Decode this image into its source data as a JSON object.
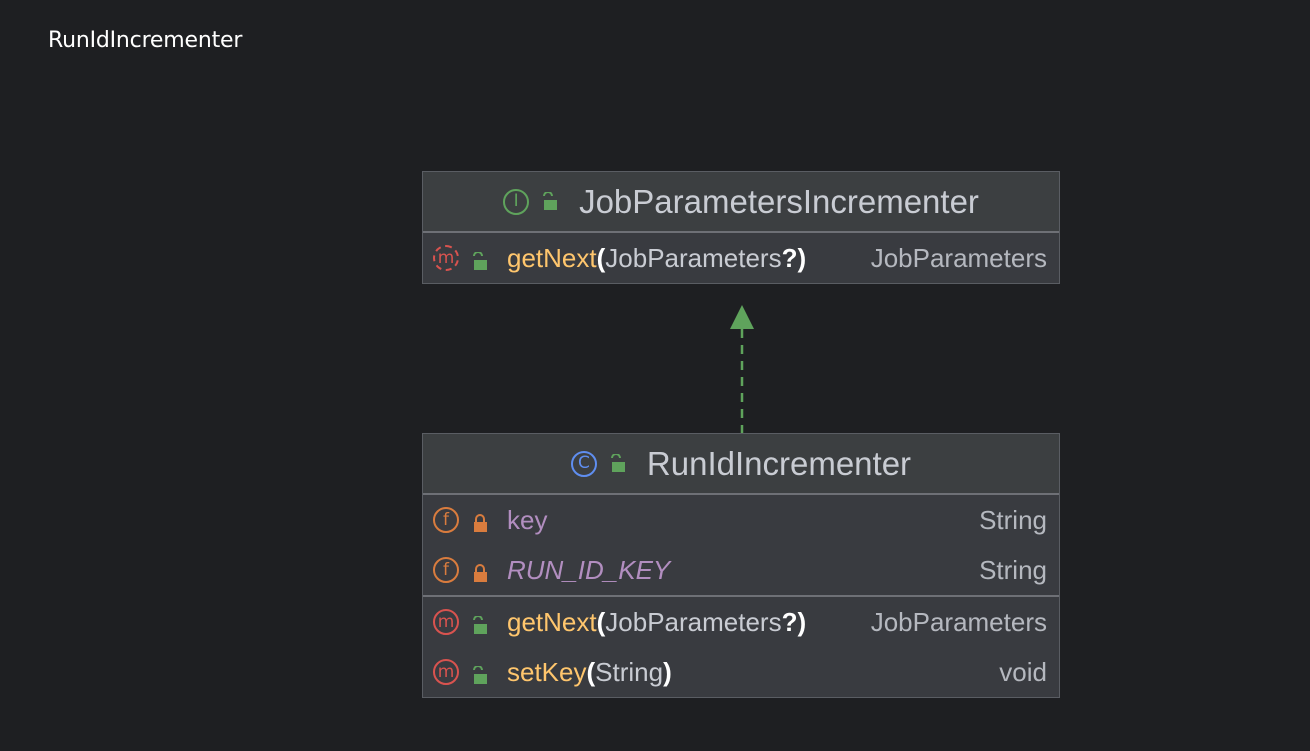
{
  "page_title": "RunIdIncrementer",
  "interface_box": {
    "kind_badge": "I",
    "name": "JobParametersIncrementer",
    "methods": [
      {
        "badge": "m",
        "name": "getNext",
        "param": "JobParameters",
        "param_suffix": "?",
        "return_type": "JobParameters"
      }
    ]
  },
  "class_box": {
    "kind_badge": "C",
    "name": "RunIdIncrementer",
    "fields": [
      {
        "badge": "f",
        "name": "key",
        "type": "String"
      },
      {
        "badge": "f",
        "name": "RUN_ID_KEY",
        "type": "String"
      }
    ],
    "methods": [
      {
        "badge": "m",
        "name": "getNext",
        "param": "JobParameters",
        "param_suffix": "?",
        "return_type": "JobParameters"
      },
      {
        "badge": "m",
        "name": "setKey",
        "param": "String",
        "param_suffix": "",
        "return_type": "void"
      }
    ]
  },
  "colors": {
    "background": "#1e1f22",
    "box_fill": "#393b40",
    "relation_arrow": "#5fa35c",
    "public_lock": "#5fa35c",
    "private_lock": "#d97c3e"
  },
  "icons": {
    "public_visibility": "open-lock-icon",
    "private_visibility": "closed-lock-icon",
    "relation": "implements-dashed-arrow"
  }
}
